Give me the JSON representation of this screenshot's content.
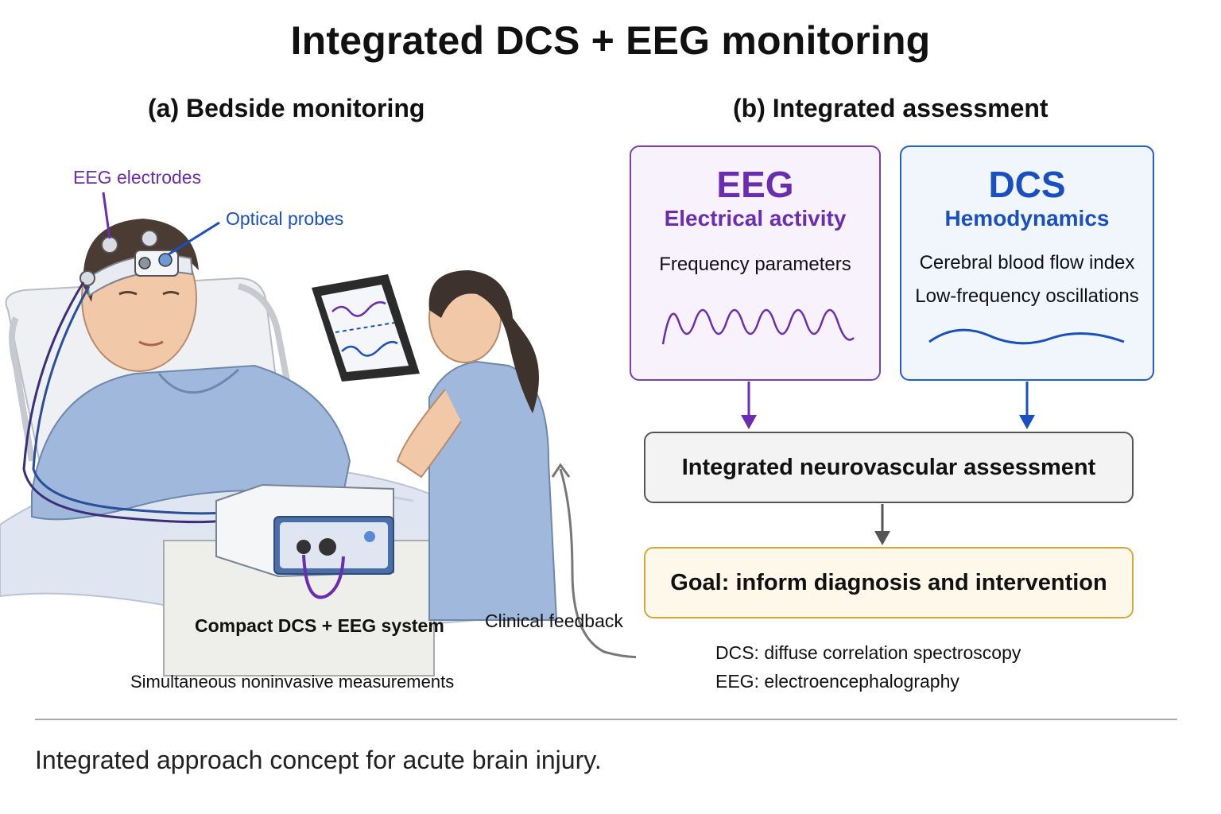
{
  "title": "Integrated DCS + EEG monitoring",
  "panel_a": {
    "title": "(a) Bedside monitoring",
    "callout_eeg": "EEG electrodes",
    "callout_optical": "Optical probes",
    "system_label": "Compact DCS + EEG system",
    "measurements_label": "Simultaneous noninvasive measurements",
    "feedback_label": "Clinical feedback"
  },
  "panel_b": {
    "title": "(b) Integrated assessment",
    "eeg": {
      "heading": "EEG",
      "subheading": "Electrical activity",
      "param1": "Frequency parameters"
    },
    "dcs": {
      "heading": "DCS",
      "subheading": "Hemodynamics",
      "param1": "Cerebral blood flow index",
      "param2": "Low-frequency oscillations"
    },
    "assessment": "Integrated neurovascular assessment",
    "goal": "Goal: inform diagnosis and intervention",
    "abbrev_dcs": "DCS: diffuse correlation spectroscopy",
    "abbrev_eeg": "EEG: electroencephalography"
  },
  "caption": "Integrated approach concept for acute brain injury.",
  "colors": {
    "eeg_purple": "#6a2db0",
    "dcs_blue": "#1a4fc0",
    "goal_gold": "#d4a73a",
    "scrubs": "#9fb8dc"
  }
}
